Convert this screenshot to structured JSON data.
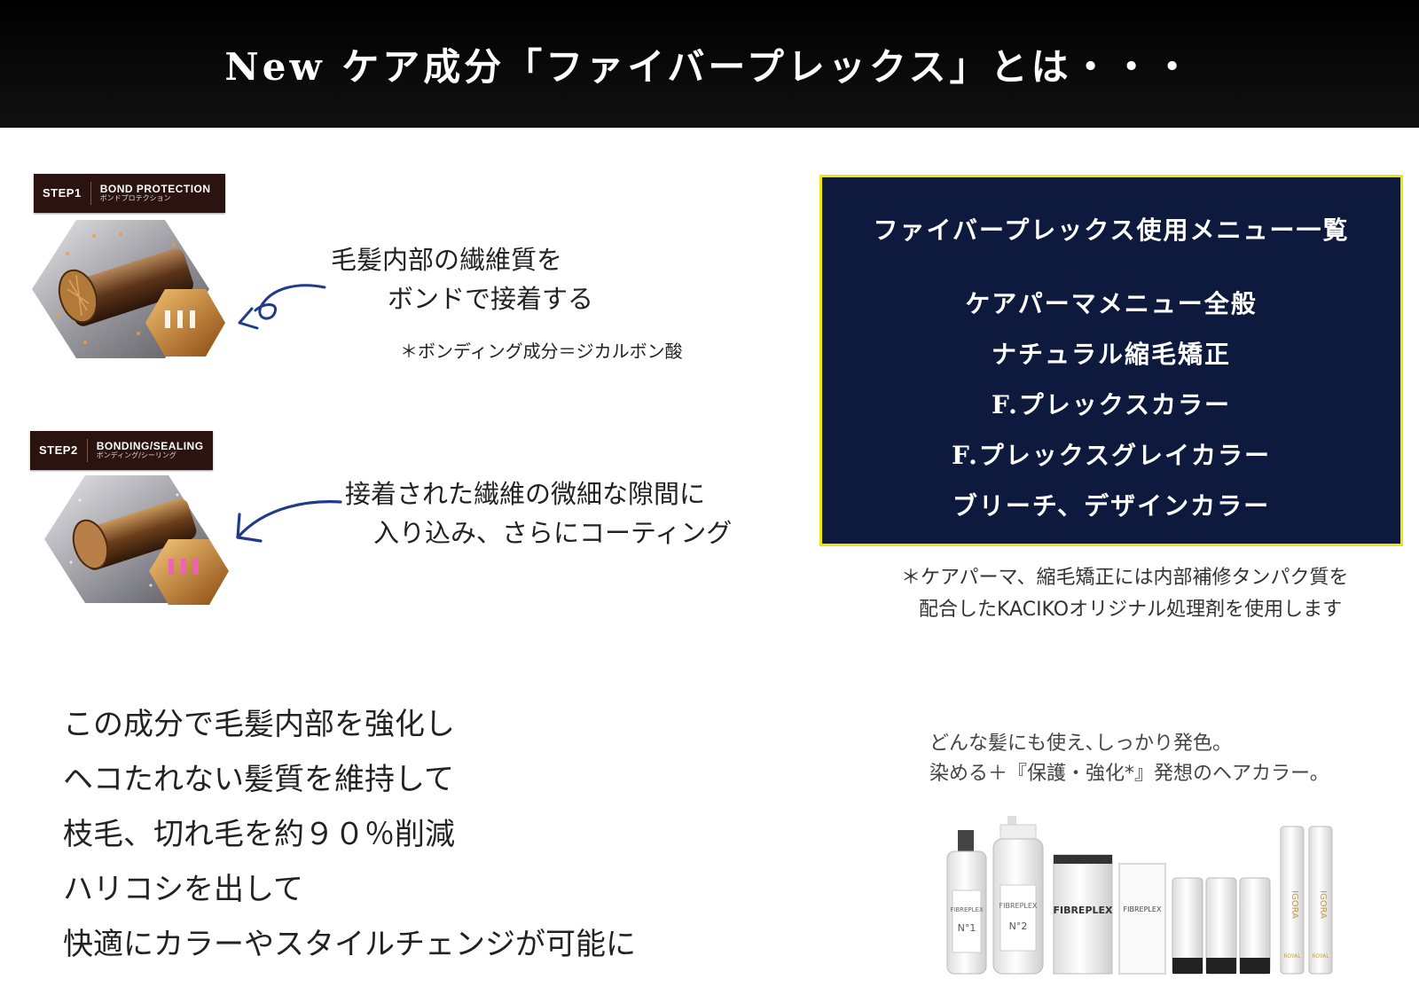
{
  "header": {
    "title": "New ケア成分「ファイバープレックス」とは・・・"
  },
  "steps": [
    {
      "badge": "STEP1",
      "title_en": "BOND PROTECTION",
      "title_ja": "ボンドプロテクション",
      "desc_lines": [
        "毛髪内部の繊維質を",
        "ボンドで接着する"
      ],
      "note": "＊ボンディング成分＝ジカルボン酸"
    },
    {
      "badge": "STEP2",
      "title_en": "BONDING/SEALING",
      "title_ja": "ボンディング/シーリング",
      "desc_lines": [
        "接着された繊維の微細な隙間に",
        "入り込み、さらにコーティング"
      ]
    }
  ],
  "menu": {
    "title": "ファイバープレックス使用メニュー一覧",
    "items": [
      "ケアパーマメニュー全般",
      "ナチュラル縮毛矯正",
      "F.プレックスカラー",
      "F.プレックスグレイカラー",
      "ブリーチ、デザインカラー"
    ],
    "note_lines": [
      "＊ケアパーマ、縮毛矯正には内部補修タンパク質を",
      "配合したKACIKOオリジナル処理剤を使用します"
    ]
  },
  "benefits": [
    "この成分で毛髪内部を強化し",
    "ヘコたれない髪質を維持して",
    "枝毛、切れ毛を約９０％削減",
    "ハリコシを出して",
    "快適にカラーやスタイルチェンジが可能に"
  ],
  "product": {
    "tagline_lines": [
      "どんな髪にも使え､しっかり発色。",
      "染める＋『保護・強化*』発想のヘアカラー。"
    ],
    "labels": [
      "FIBREPLEX",
      "N°1",
      "N°2",
      "IGORA",
      "ROYAL"
    ]
  },
  "colors": {
    "header_bg": "#000000",
    "menu_bg": "#0d1a3e",
    "menu_border": "#f2e600",
    "badge_bg": "#2b130f"
  }
}
